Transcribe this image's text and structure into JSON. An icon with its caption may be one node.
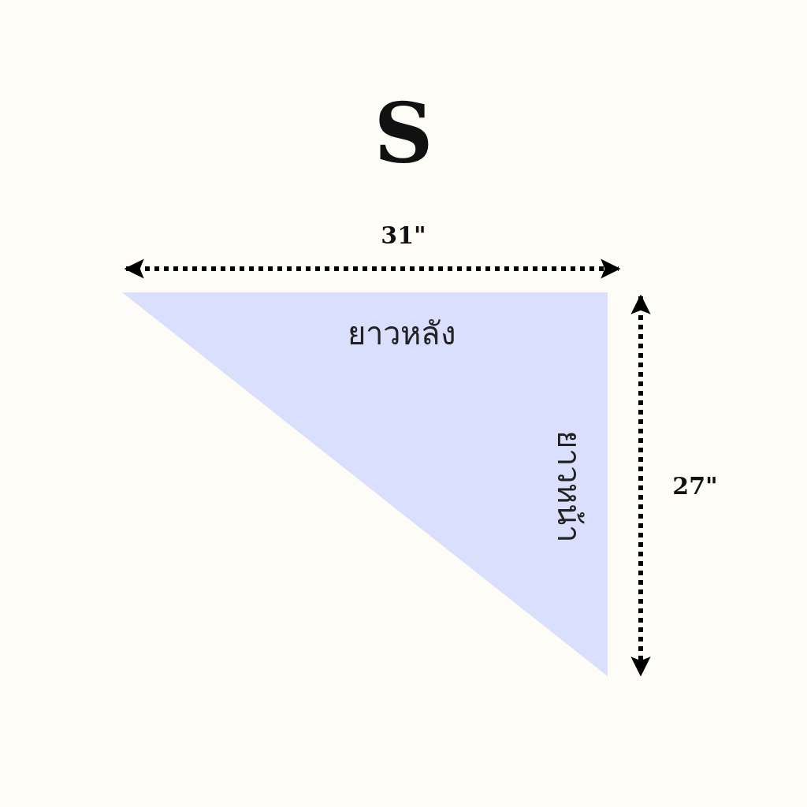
{
  "diagram": {
    "title": "S",
    "nodes": [
      {
        "text": [
          "ยาวหลัง",
          "ยาวหน้า"
        ]
      }
    ],
    "labels": [
      "31\"",
      "27\""
    ]
  }
}
